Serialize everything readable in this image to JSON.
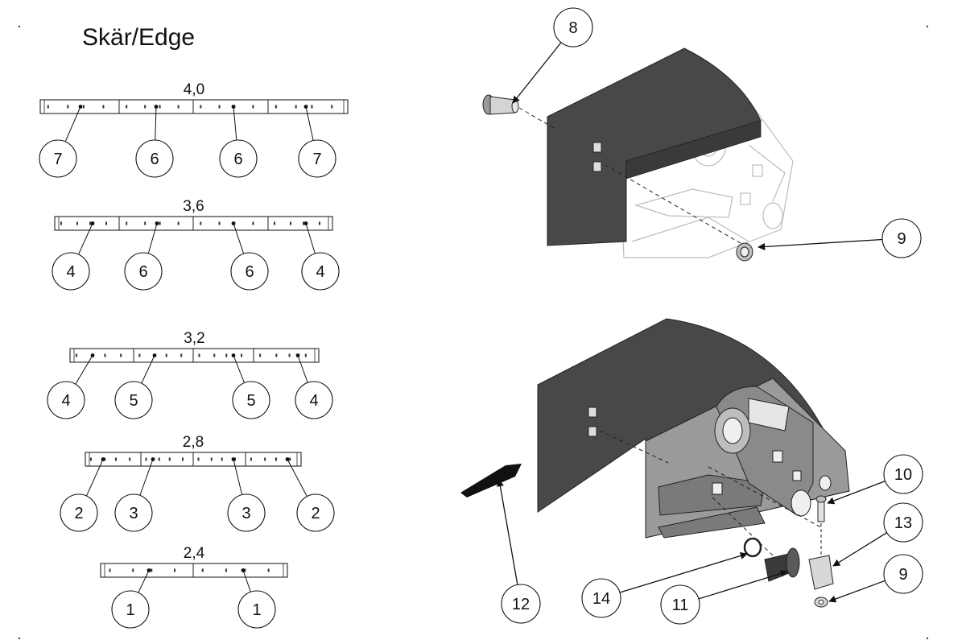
{
  "title": "Skär/Edge",
  "blades": [
    {
      "label": "4,0",
      "callouts": [
        "7",
        "6",
        "6",
        "7"
      ]
    },
    {
      "label": "3,6",
      "callouts": [
        "4",
        "6",
        "6",
        "4"
      ]
    },
    {
      "label": "3,2",
      "callouts": [
        "4",
        "5",
        "5",
        "4"
      ]
    },
    {
      "label": "2,8",
      "callouts": [
        "2",
        "3",
        "3",
        "2"
      ]
    },
    {
      "label": "2,4",
      "callouts": [
        "1",
        "1"
      ]
    }
  ],
  "assembly_callouts": [
    "8",
    "9",
    "10",
    "13",
    "9",
    "12",
    "14",
    "11"
  ],
  "colors": {
    "plate": "#484848",
    "line": "#222222",
    "frame": "#8a8a8a",
    "ghost": "#bcbcbc"
  }
}
